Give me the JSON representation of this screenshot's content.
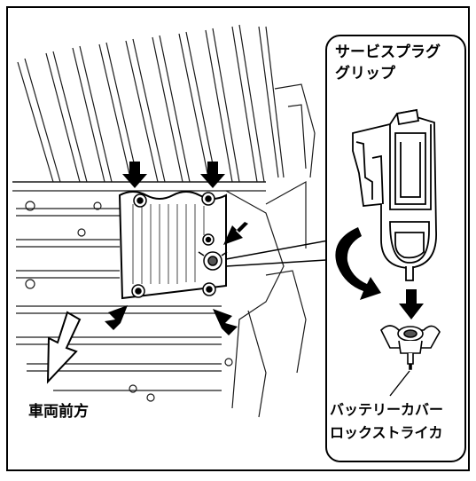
{
  "labels": {
    "service_plug_grip_line1": "サービスプラグ",
    "service_plug_grip_line2": "グリップ",
    "vehicle_front": "車両前方",
    "battery_cover_lock_line1": "バッテリーカバー",
    "battery_cover_lock_line2": "ロックストライカ"
  },
  "colors": {
    "ink": "#000000",
    "paper": "#ffffff",
    "line": "#1a1a1a"
  },
  "icons": [
    "down-arrow-icon",
    "diagonal-arrow-icon",
    "rotate-arrow-icon",
    "hollow-arrow-icon"
  ]
}
